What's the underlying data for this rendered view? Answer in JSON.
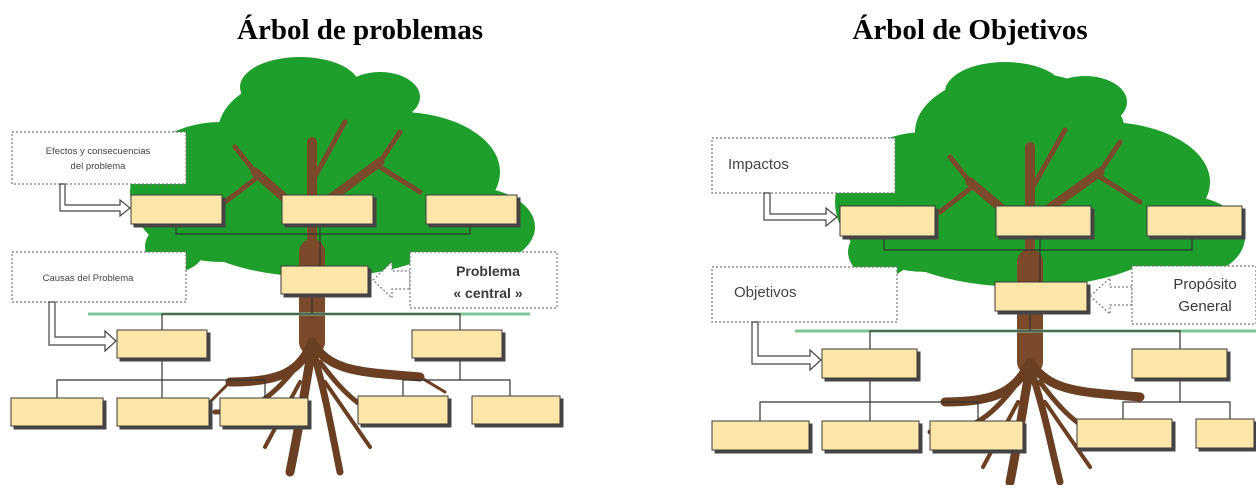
{
  "left": {
    "title": "Árbol de problemas",
    "effects_label_line1": "Efectos y consecuencias",
    "effects_label_line2": "del problema",
    "causes_label": "Causas del Problema",
    "central_label_line1": "Problema",
    "central_label_line2": "« central »"
  },
  "right": {
    "title": "Árbol de Objetivos",
    "impacts_label": "Impactos",
    "objectives_label": "Objetivos",
    "purpose_label_line1": "Propósito",
    "purpose_label_line2": "General"
  },
  "colors": {
    "canopy": "#1e9e2a",
    "trunk": "#7a4a2a",
    "box_fill": "#fde6a8",
    "box_border": "#3a3a3a",
    "ground_line": "#7fc497",
    "callout_border": "#777777"
  }
}
